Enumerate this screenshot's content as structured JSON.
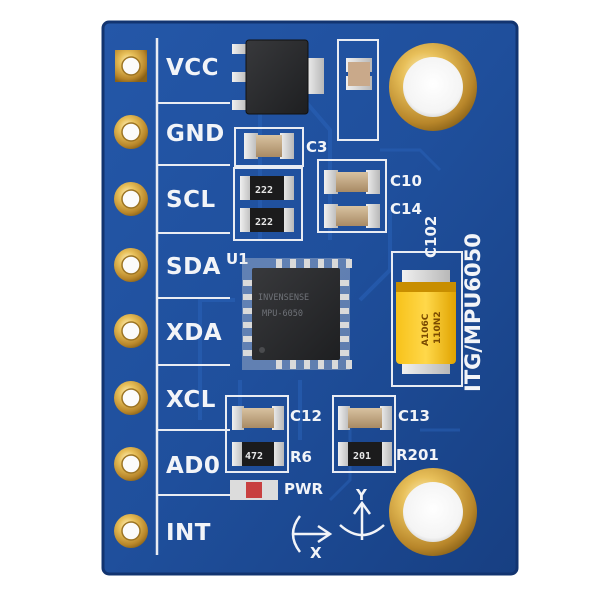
{
  "board": {
    "pins": [
      {
        "label": "VCC"
      },
      {
        "label": "GND"
      },
      {
        "label": "SCL"
      },
      {
        "label": "SDA"
      },
      {
        "label": "XDA"
      },
      {
        "label": "XCL"
      },
      {
        "label": "AD0"
      },
      {
        "label": "INT"
      }
    ],
    "title": "ITG/MPU6050",
    "refs": {
      "c3": "C3",
      "c10": "C10",
      "c14": "C14",
      "c102": "C102",
      "c12": "C12",
      "c13": "C13",
      "u1": "U1",
      "r201": "R201",
      "r6": "R6",
      "pwr": "PWR"
    },
    "markings": {
      "r_222_a": "222",
      "r_222_b": "222",
      "r_472": "472",
      "r_201": "201",
      "chip_line1": "INVENSENSE",
      "chip_line2": "MPU-6050",
      "tant_line1": "A106C",
      "tant_line2": "110N2"
    },
    "axes": {
      "x": "X",
      "y": "Y"
    },
    "colors": {
      "pcb": "#1f4f9c",
      "pcb_dark": "#163d7e",
      "silkscreen": "#f2f4f8",
      "gold": "#d4a33a",
      "tantalum": "#f0b400",
      "chip": "#2a2a2c"
    }
  }
}
